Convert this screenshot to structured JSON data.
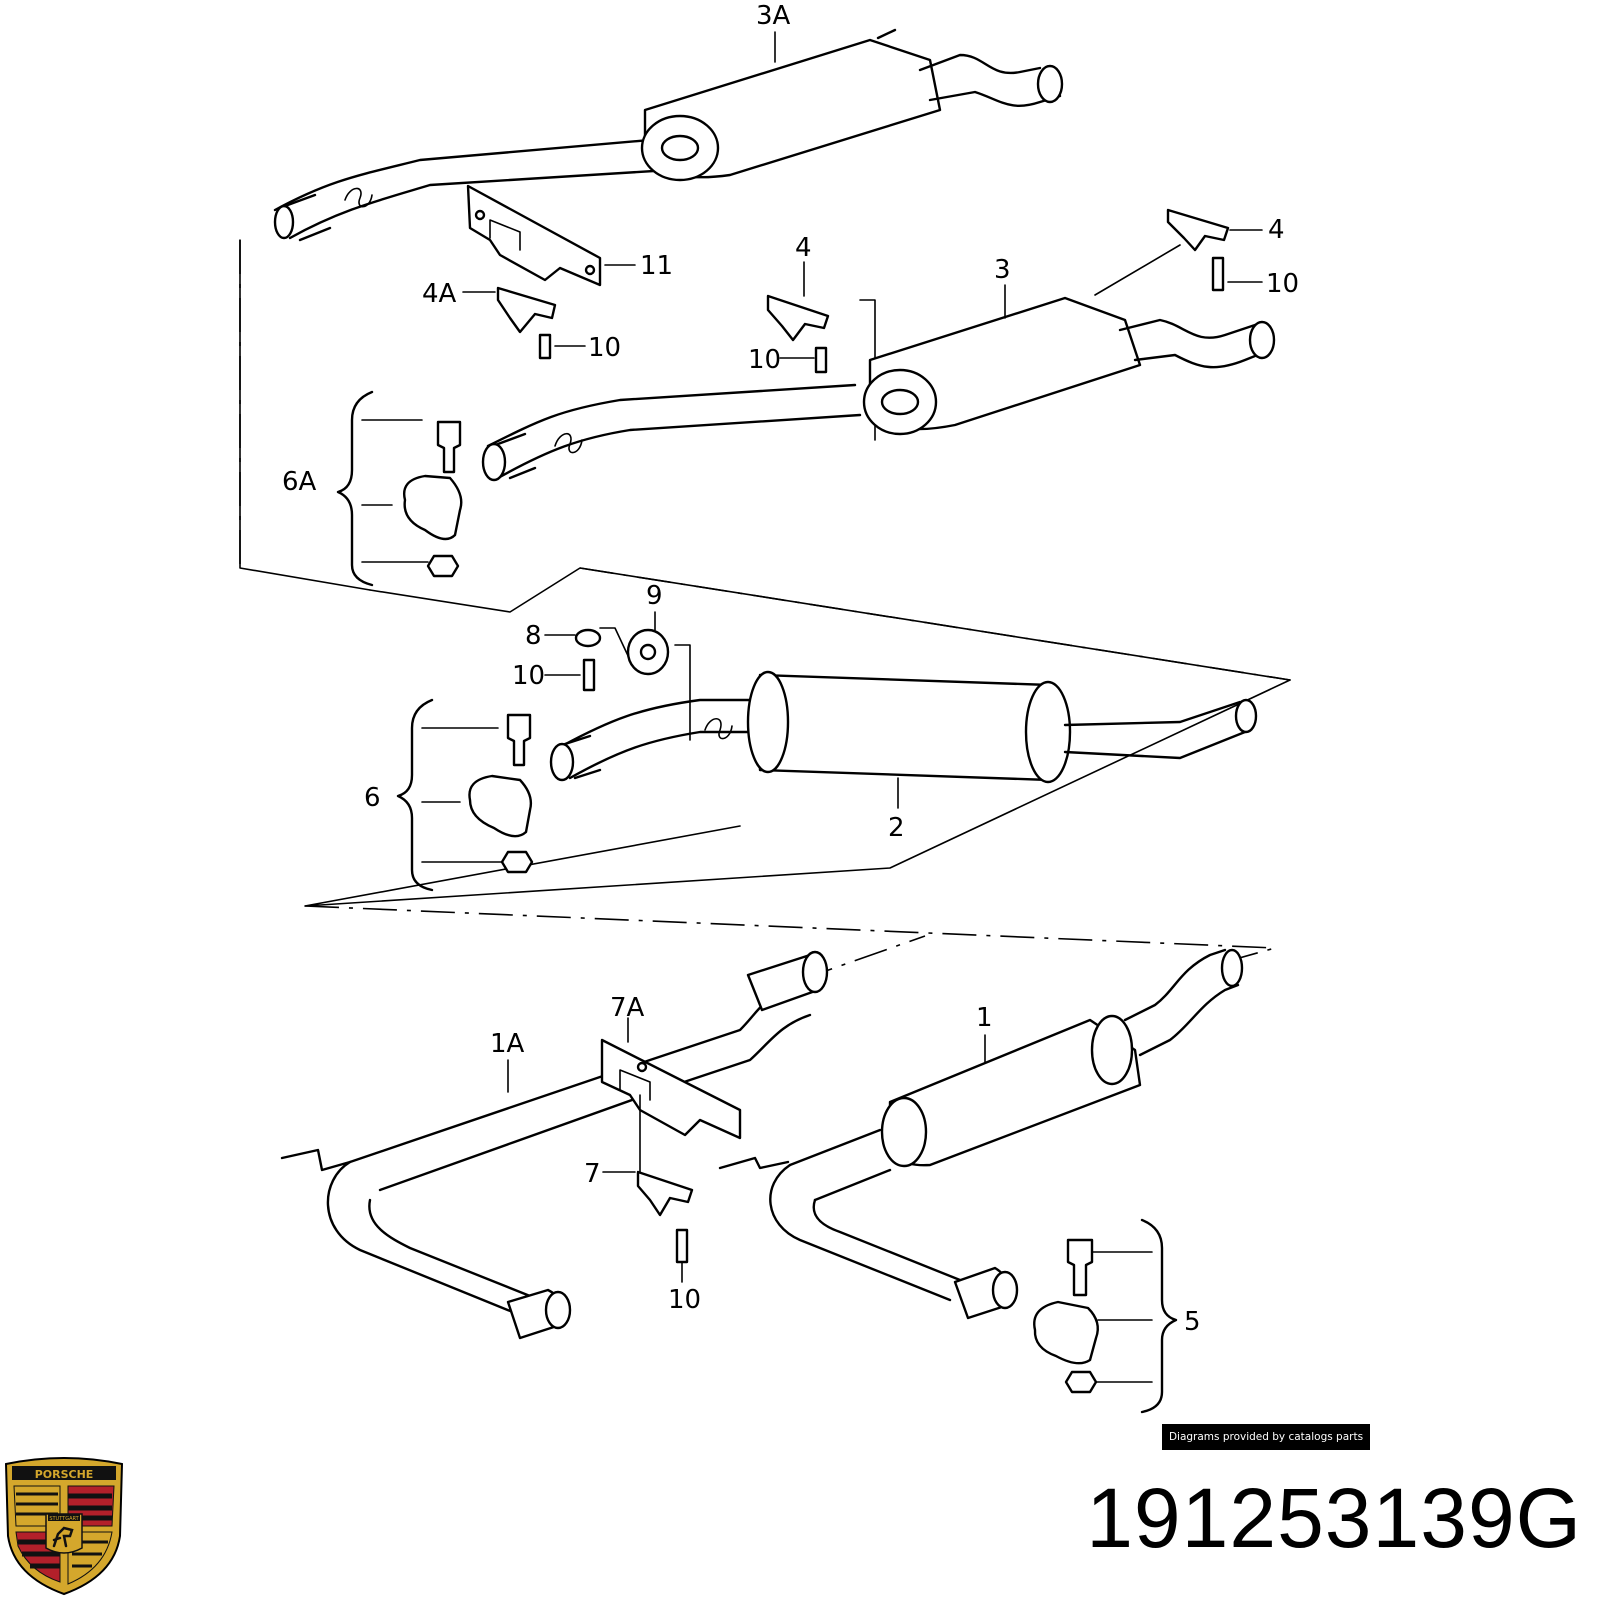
{
  "labels": {
    "l3a": "3A",
    "l11": "11",
    "l4a": "4A",
    "l10a": "10",
    "l4b": "4",
    "l10b": "10",
    "l3": "3",
    "l4c": "4",
    "l10c": "10",
    "l6a": "6A",
    "l9": "9",
    "l8": "8",
    "l10d": "10",
    "l6": "6",
    "l2": "2",
    "l7a": "7A",
    "l1a": "1A",
    "l1": "1",
    "l7": "7",
    "l10e": "10",
    "l5": "5"
  },
  "credit": "Diagrams provided by catalogs parts",
  "part_number": "191253139G",
  "logo": {
    "text": "PORSCHE",
    "subtext": "STUTTGART",
    "colors": {
      "gold": "#d4a72c",
      "red": "#b3202a",
      "black": "#111111"
    }
  }
}
